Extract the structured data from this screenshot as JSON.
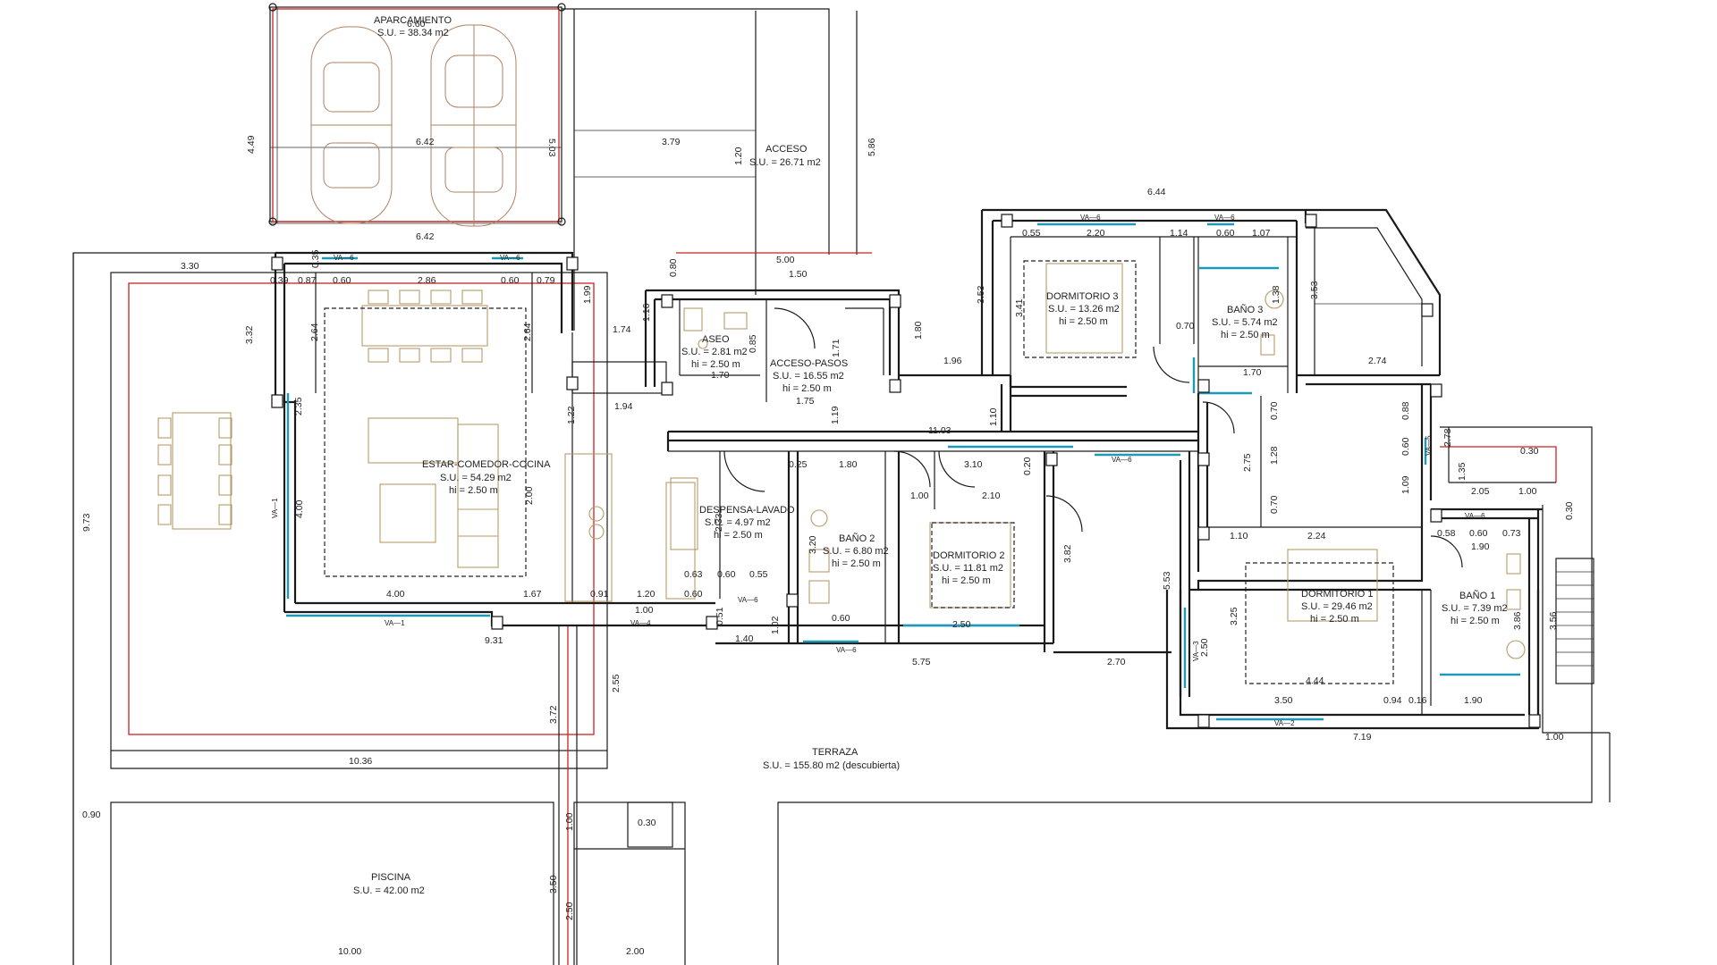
{
  "rooms": {
    "parking": {
      "name": "APARCAMIENTO",
      "area": "S.U. = 38.34 m2"
    },
    "access": {
      "name": "ACCESO",
      "area": "S.U. = 26.71 m2"
    },
    "aseo": {
      "name": "ASEO",
      "area": "S.U. = 2.81 m2",
      "height": "hi = 2.50 m"
    },
    "access_pasos": {
      "name": "ACCESO-PASOS",
      "area": "S.U. = 16.55 m2",
      "height": "hi = 2.50 m"
    },
    "estar": {
      "name": "ESTAR-COMEDOR-COCINA",
      "area": "S.U. = 54.29 m2",
      "height": "hi = 2.50 m"
    },
    "despensa": {
      "name": "DESPENSA-LAVADO",
      "area": "S.U. = 4.97 m2",
      "height": "hi = 2.50 m"
    },
    "bano2": {
      "name": "BAÑO 2",
      "area": "S.U. = 6.80 m2",
      "height": "hi = 2.50 m"
    },
    "dorm2": {
      "name": "DORMITORIO 2",
      "area": "S.U. = 11.81 m2",
      "height": "hi = 2.50 m"
    },
    "dorm3": {
      "name": "DORMITORIO 3",
      "area": "S.U. = 13.26 m2",
      "height": "hi = 2.50 m"
    },
    "bano3": {
      "name": "BAÑO 3",
      "area": "S.U. = 5.74 m2",
      "height": "hi = 2.50 m"
    },
    "dorm1": {
      "name": "DORMITORIO 1",
      "area": "S.U. = 29.46 m2",
      "height": "hi = 2.50 m"
    },
    "bano1": {
      "name": "BAÑO 1",
      "area": "S.U. = 7.39 m2",
      "height": "hi = 2.50 m"
    },
    "terraza": {
      "name": "TERRAZA",
      "area": "S.U. = 155.80 m2 (descubierta)"
    },
    "piscina": {
      "name": "PISCINA",
      "area": "S.U. = 42.00 m2"
    }
  },
  "dimensions": {
    "parking_w_top": "6.60",
    "parking_w_mid": "6.42",
    "parking_w_bot": "6.42",
    "parking_h": "4.49",
    "parking_h2": "5.03",
    "access_w": "3.79",
    "access_h": "1.20",
    "access_h2": "5.86",
    "d330": "3.30",
    "d332": "3.32",
    "d973": "9.73",
    "d035": "0.35",
    "d039": "0.39",
    "d087": "0.87",
    "d060a": "0.60",
    "d286": "2.86",
    "d060b": "0.60",
    "d079": "0.79",
    "d264": "2.64",
    "d264b": "2.64",
    "d199": "1.99",
    "d174": "1.74",
    "d116": "1.16",
    "d080": "0.80",
    "d500": "5.00",
    "d150": "1.50",
    "d170a": "1.70",
    "d085": "0.85",
    "d175": "1.75",
    "d171": "1.71",
    "d180a": "1.80",
    "d196": "1.96",
    "d353a": "3.53",
    "d644": "6.44",
    "d055": "0.55",
    "d220": "2.20",
    "d114": "1.14",
    "d060c": "0.60",
    "d107": "1.07",
    "d341": "3.41",
    "d070a": "0.70",
    "d138": "1.38",
    "d170b": "1.70",
    "d353b": "3.53",
    "d274": "2.74",
    "d122": "1.22",
    "d194": "1.94",
    "d119": "1.19",
    "d1103": "11.03",
    "d110a": "1.10",
    "d025": "0.25",
    "d180b": "1.80",
    "d310": "3.10",
    "d020": "0.20",
    "d100a": "1.00",
    "d210": "2.10",
    "d275": "2.75",
    "d128": "1.28",
    "d070b": "0.70",
    "d070c": "0.70",
    "d088": "0.88",
    "d060d": "0.60",
    "d109": "1.09",
    "d135": "1.35",
    "d205": "2.05",
    "d100b": "1.00",
    "d030a": "0.30",
    "d030b": "0.30",
    "d278": "2.78",
    "d110b": "1.10",
    "d224": "2.24",
    "d058": "0.58",
    "d060e": "0.60",
    "d073": "0.73",
    "d190a": "1.90",
    "d235": "2.35",
    "d400a": "4.00",
    "d400b": "4.00",
    "d167": "1.67",
    "d091": "0.91",
    "d120": "1.20",
    "d060f": "0.60",
    "d100c": "1.00",
    "d200a": "2.00",
    "d233": "2.33",
    "d063": "0.63",
    "d060g": "0.60",
    "d055b": "0.55",
    "d320": "3.20",
    "d060h": "0.60",
    "d250a": "2.50",
    "d051": "0.51",
    "d140": "1.40",
    "d102": "1.02",
    "d575": "5.75",
    "d270": "2.70",
    "d382": "3.82",
    "d553": "5.53",
    "d325": "3.25",
    "d250b": "2.50",
    "d444": "4.44",
    "d350": "3.50",
    "d094": "0.94",
    "d016": "0.16",
    "d190b": "1.90",
    "d386": "3.86",
    "d356": "3.56",
    "d931": "9.31",
    "d1036": "10.36",
    "d372": "3.72",
    "d255": "2.55",
    "d719": "7.19",
    "d100d": "1.00",
    "d090": "0.90",
    "d100e": "1.00",
    "d030c": "0.30",
    "d350b": "3.50",
    "d250c": "2.50",
    "d1000": "10.00",
    "d200b": "2.00"
  },
  "windows": {
    "va1": "VA—1",
    "va2": "VA—2",
    "va3": "VA—3",
    "va4": "VA—4",
    "va5": "VA—5",
    "va6": "VA—6"
  }
}
